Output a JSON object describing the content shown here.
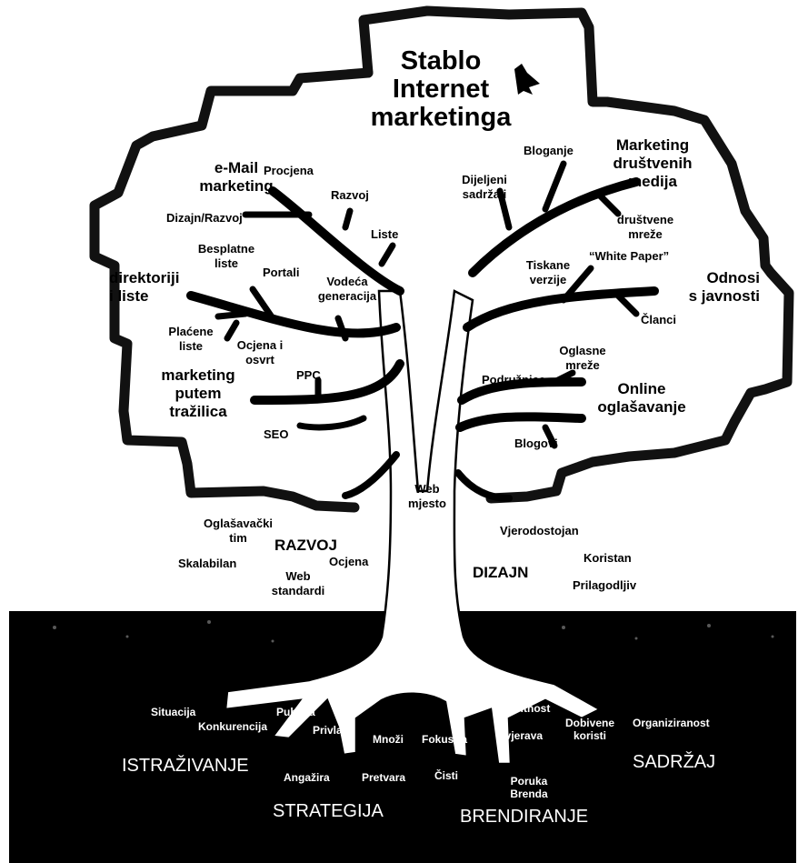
{
  "title": [
    "Stablo",
    "Internet",
    "marketinga"
  ],
  "branches": {
    "email_title": [
      "e-Mail",
      "marketing"
    ],
    "procjena": "Procjena",
    "razvoj_small": "Razvoj",
    "dizajn_razvoj": "Dizajn/Razvoj",
    "liste": "Liste",
    "besplatne_liste": [
      "Besplatne",
      "liste"
    ],
    "portali": "Portali",
    "vodeca_generacija": [
      "Vodeća",
      "generacija"
    ],
    "direktoriji_title": [
      "direktoriji",
      "i liste"
    ],
    "placene_liste": [
      "Plaćene",
      "liste"
    ],
    "ocjena_osvrt": [
      "Ocjena i",
      "osvrt"
    ],
    "search_title": [
      "marketing",
      "putem",
      "tražilica"
    ],
    "ppc": "PPC",
    "seo": "SEO",
    "dijeljeni_sadrzaji": [
      "Dijeljeni",
      "sadržaji"
    ],
    "bloganje": "Bloganje",
    "social_title": [
      "Marketing",
      "društvenih",
      "medija"
    ],
    "drustvene_mreze": [
      "društvene",
      "mreže"
    ],
    "tiskane_verzije": [
      "Tiskane",
      "verzije"
    ],
    "white_paper": "“White Paper”",
    "pr_title": [
      "Odnosi",
      "s javnosti"
    ],
    "clanci": "Članci",
    "oglasne_mreze": [
      "Oglasne",
      "mreže"
    ],
    "podruznice": "Podružnice",
    "online_title": [
      "Online",
      "oglašavanje"
    ],
    "blogovi": "Blogovi"
  },
  "trunk": {
    "web_mjesto": [
      "Web",
      "mjesto"
    ],
    "oglasavacki_tim": [
      "Oglašavački",
      "tim"
    ],
    "razvoj": "RAZVOJ",
    "skalabilan": "Skalabilan",
    "web_standardi": [
      "Web",
      "standardi"
    ],
    "ocjena": "Ocjena",
    "vjerodostojan": "Vjerodostojan",
    "koristan": "Koristan",
    "dizajn": "DIZAJN",
    "prilagodljiv": "Prilagodljiv"
  },
  "roots": {
    "situacija": "Situacija",
    "publika": "Publika",
    "konkurencija": "Konkurencija",
    "privlaci": "Privlači",
    "mnozi": "Množi",
    "fokusira": "Fokusira",
    "uvjerava": "Uvjerava",
    "bitnost": "Bitnost",
    "dobivene_koristi": [
      "Dobivene",
      "koristi"
    ],
    "organiziranost": "Organiziranost",
    "angazira": "Angažira",
    "pretvara": "Pretvara",
    "cisti": "Čisti",
    "poruka_brenda": [
      "Poruka",
      "Brenda"
    ],
    "istrazivanje": "ISTRAŽIVANJE",
    "strategija": "STRATEGIJA",
    "brendiranje": "BRENDIRANJE",
    "sadrzaj": "SADRŽAJ"
  },
  "colors": {
    "ink": "#000000",
    "ground": "#000000",
    "tree": "#ffffff",
    "canopy_edge": "#1a1a1a"
  }
}
